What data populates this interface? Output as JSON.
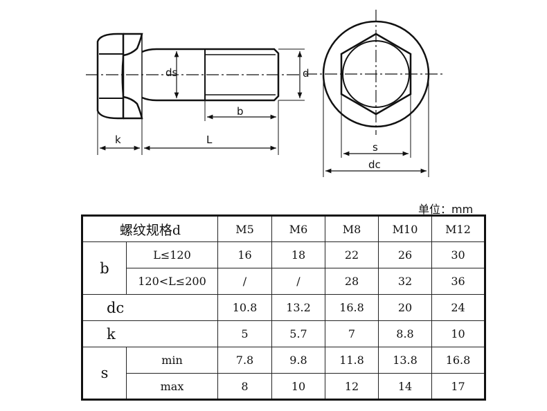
{
  "drawing": {
    "labels": {
      "ds": "ds",
      "d": "d",
      "b": "b",
      "k": "k",
      "L": "L",
      "s": "s",
      "dc": "dc"
    }
  },
  "unit_label": "单位：mm",
  "table": {
    "header": {
      "spec": "螺纹规格d",
      "sizes": [
        "M5",
        "M6",
        "M8",
        "M10",
        "M12"
      ]
    },
    "b": {
      "label": "b",
      "rows": [
        {
          "cond": "L≤120",
          "values": [
            "16",
            "18",
            "22",
            "26",
            "30"
          ]
        },
        {
          "cond": "120<L≤200",
          "values": [
            "/",
            "/",
            "28",
            "32",
            "36"
          ]
        }
      ]
    },
    "dc": {
      "label": "dc",
      "values": [
        "10.8",
        "13.2",
        "16.8",
        "20",
        "24"
      ]
    },
    "k": {
      "label": "k",
      "values": [
        "5",
        "5.7",
        "7",
        "8.8",
        "10"
      ]
    },
    "s": {
      "label": "s",
      "rows": [
        {
          "cond": "min",
          "values": [
            "7.8",
            "9.8",
            "11.8",
            "13.8",
            "16.8"
          ]
        },
        {
          "cond": "max",
          "values": [
            "8",
            "10",
            "12",
            "14",
            "17"
          ]
        }
      ]
    }
  }
}
